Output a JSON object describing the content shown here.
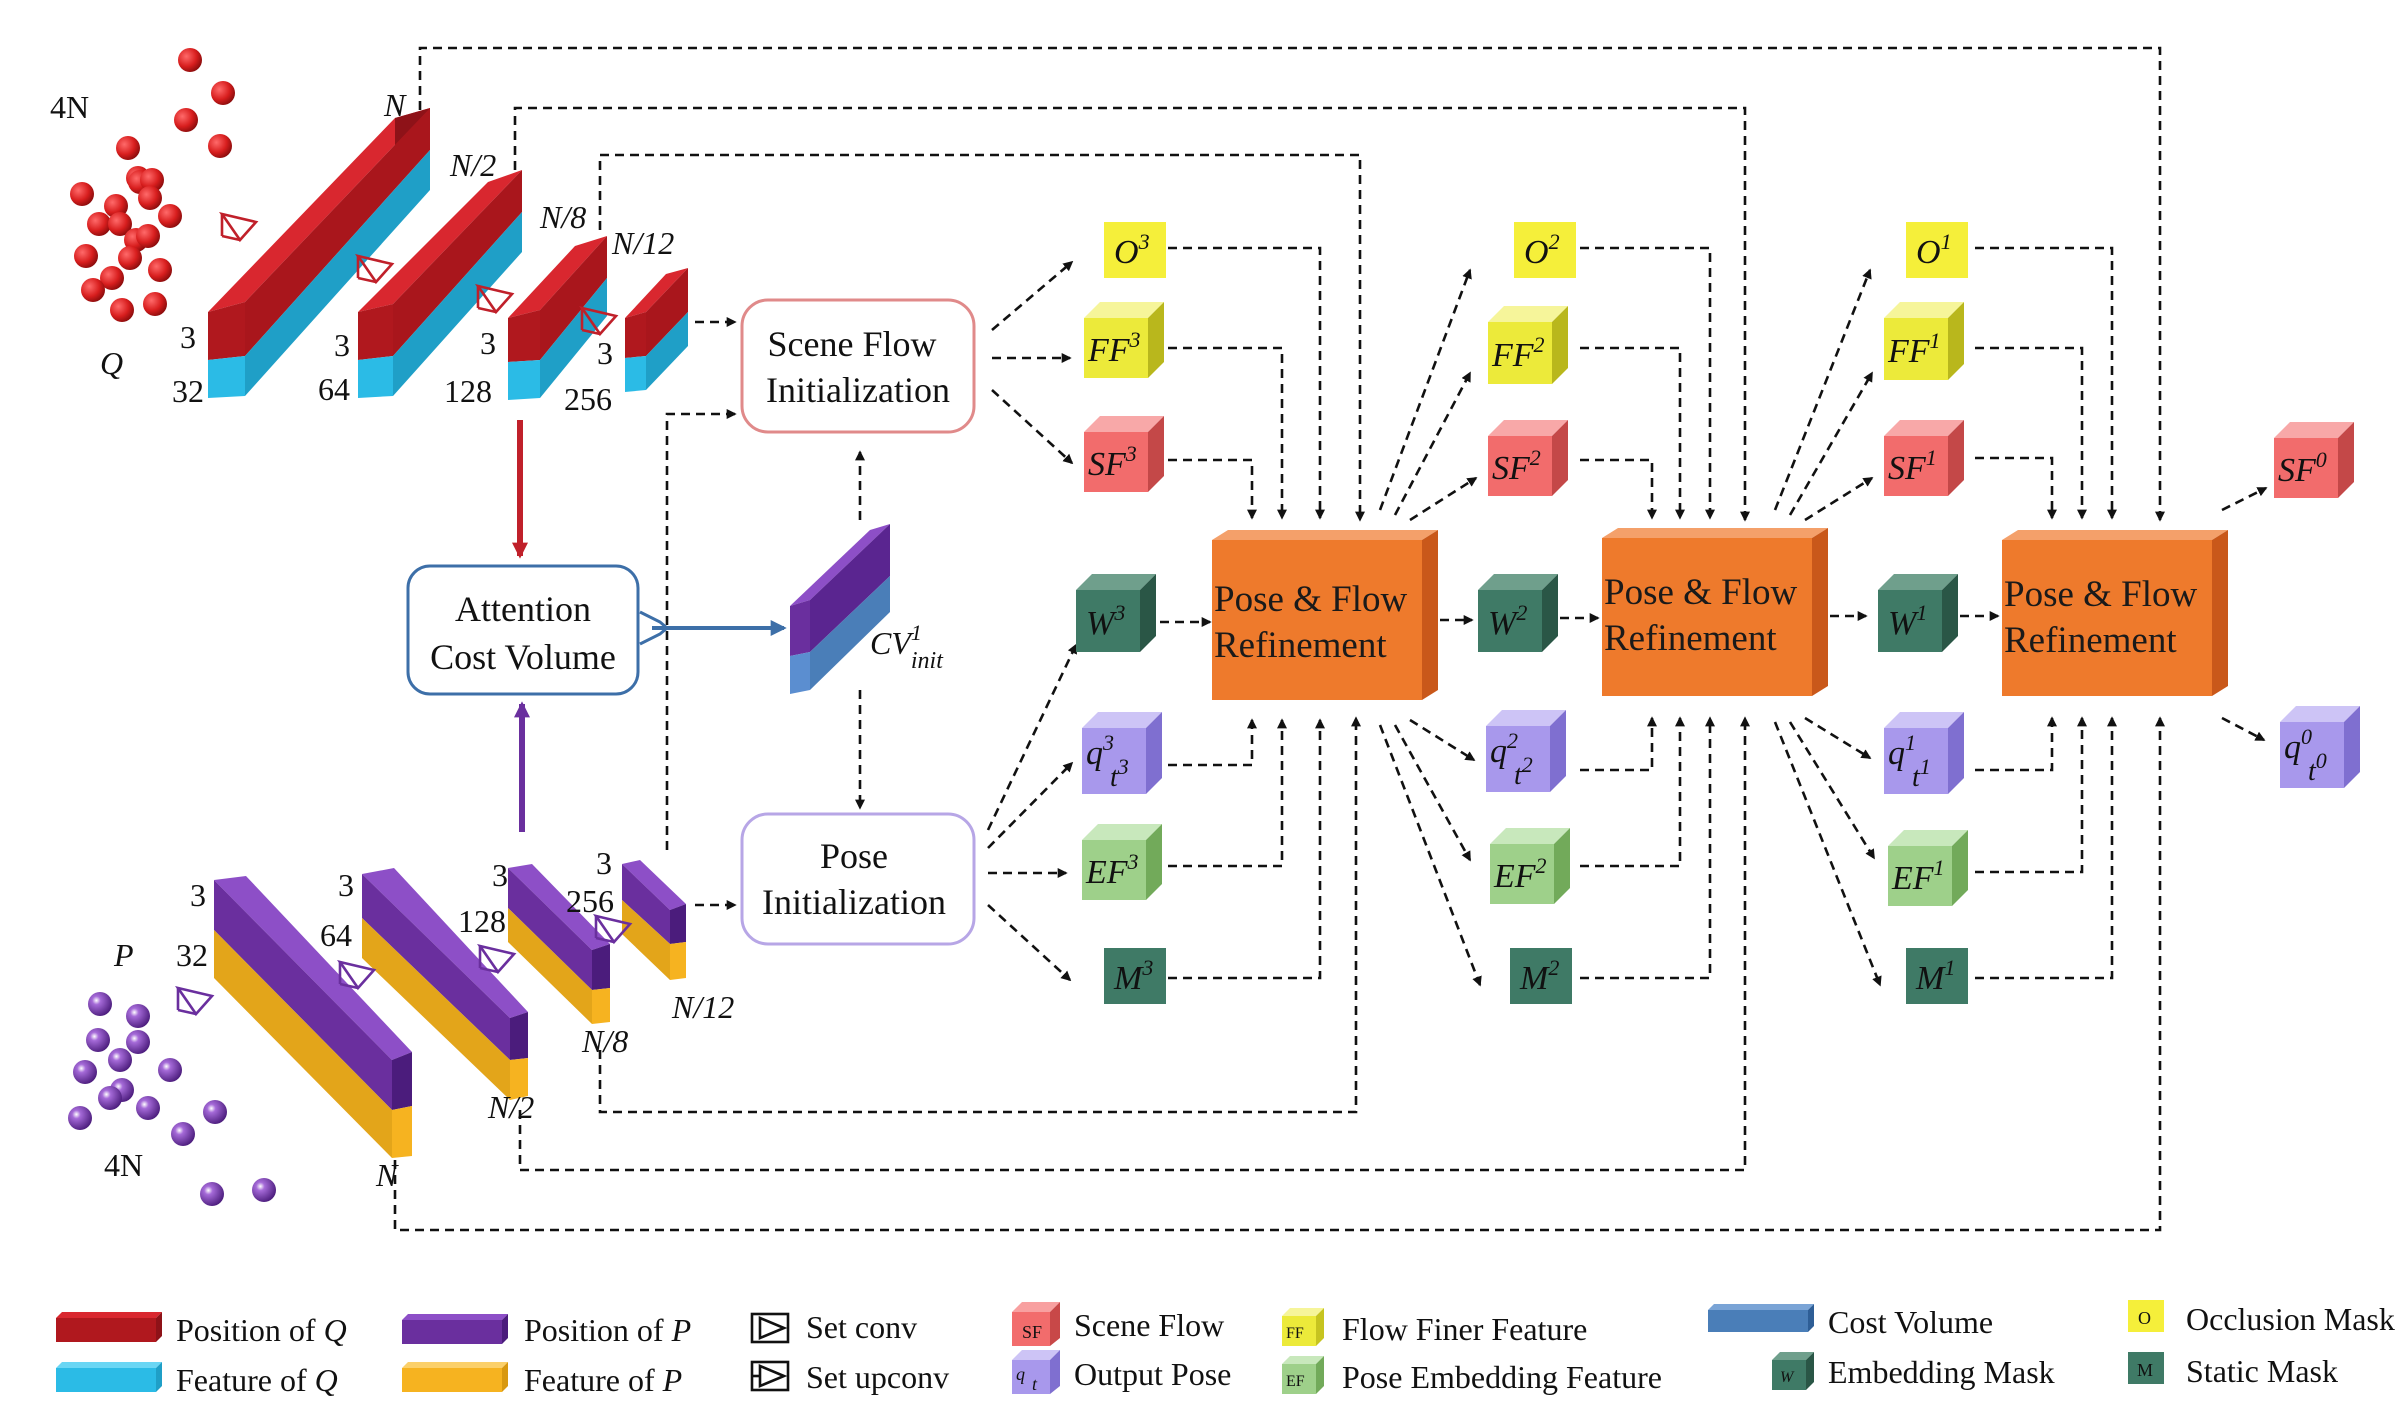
{
  "colors": {
    "q_position": "#b0181e",
    "q_feature": "#2bbbe6",
    "p_position": "#6a2f9e",
    "p_feature": "#f6b320",
    "scene_flow": "#f26c6c",
    "flow_finer": "#ecea3a",
    "output_pose": "#a898ec",
    "pose_embedding": "#9ed08a",
    "embedding_mask": "#3f7a66",
    "static_mask": "#3f7a66",
    "occlusion_mask": "#f5ef3a",
    "cost_volume": "#4a7eb8",
    "refinement": "#ee7a2c"
  },
  "point_clouds": {
    "q_count": "4N",
    "q_name": "Q",
    "p_count": "4N",
    "p_name": "P"
  },
  "pyramid_q": {
    "levels": [
      "N",
      "N/2",
      "N/8",
      "N/12"
    ],
    "channels": [
      "3",
      "3",
      "3",
      "3"
    ],
    "features": [
      "32",
      "64",
      "128",
      "256"
    ]
  },
  "pyramid_p": {
    "levels": [
      "N",
      "N/2",
      "N/8",
      "N/12"
    ],
    "channels": [
      "3",
      "3",
      "3",
      "3"
    ],
    "features": [
      "32",
      "64",
      "128",
      "256"
    ]
  },
  "modules": {
    "scene_flow_init": [
      "Scene Flow",
      "Initialization"
    ],
    "pose_init": [
      "Pose",
      "Initialization"
    ],
    "attention_cost_volume": [
      "Attention",
      "Cost Volume"
    ],
    "refinement": [
      "Pose & Flow",
      "Refinement"
    ],
    "cv_init_label": "CV",
    "cv_init_sup": "1",
    "cv_init_sub": "init"
  },
  "stage3": {
    "O": "3",
    "FF": "3",
    "SF": "3",
    "W": "3",
    "q": "3",
    "EF": "3",
    "M": "3"
  },
  "stage2": {
    "O": "2",
    "FF": "2",
    "SF": "2",
    "W": "2",
    "q": "2",
    "EF": "2",
    "M": "2"
  },
  "stage1": {
    "O": "1",
    "FF": "1",
    "SF": "1",
    "W": "1",
    "q": "1",
    "EF": "1",
    "M": "1"
  },
  "stage0": {
    "SF": "0",
    "q": "0"
  },
  "legend": {
    "position_q": "Position of",
    "feature_q": "Feature  of",
    "position_p": "Position of",
    "feature_p": "Feature  of",
    "q": "Q",
    "p": "P",
    "set_conv": "Set conv",
    "set_upconv": "Set upconv",
    "scene_flow": "Scene Flow",
    "output_pose": "Output Pose",
    "flow_finer": "Flow Finer Feature",
    "pose_embedding": "Pose Embedding Feature",
    "cost_volume": "Cost Volume",
    "embedding_mask": "Embedding Mask",
    "occlusion_mask": "Occlusion Mask",
    "static_mask": "Static Mask",
    "sf_icon": "SF",
    "qt_icon": "q",
    "qt_sub": "t",
    "ff_icon": "FF",
    "ef_icon": "EF",
    "w_icon": "W",
    "o_icon": "O",
    "m_icon": "M"
  }
}
